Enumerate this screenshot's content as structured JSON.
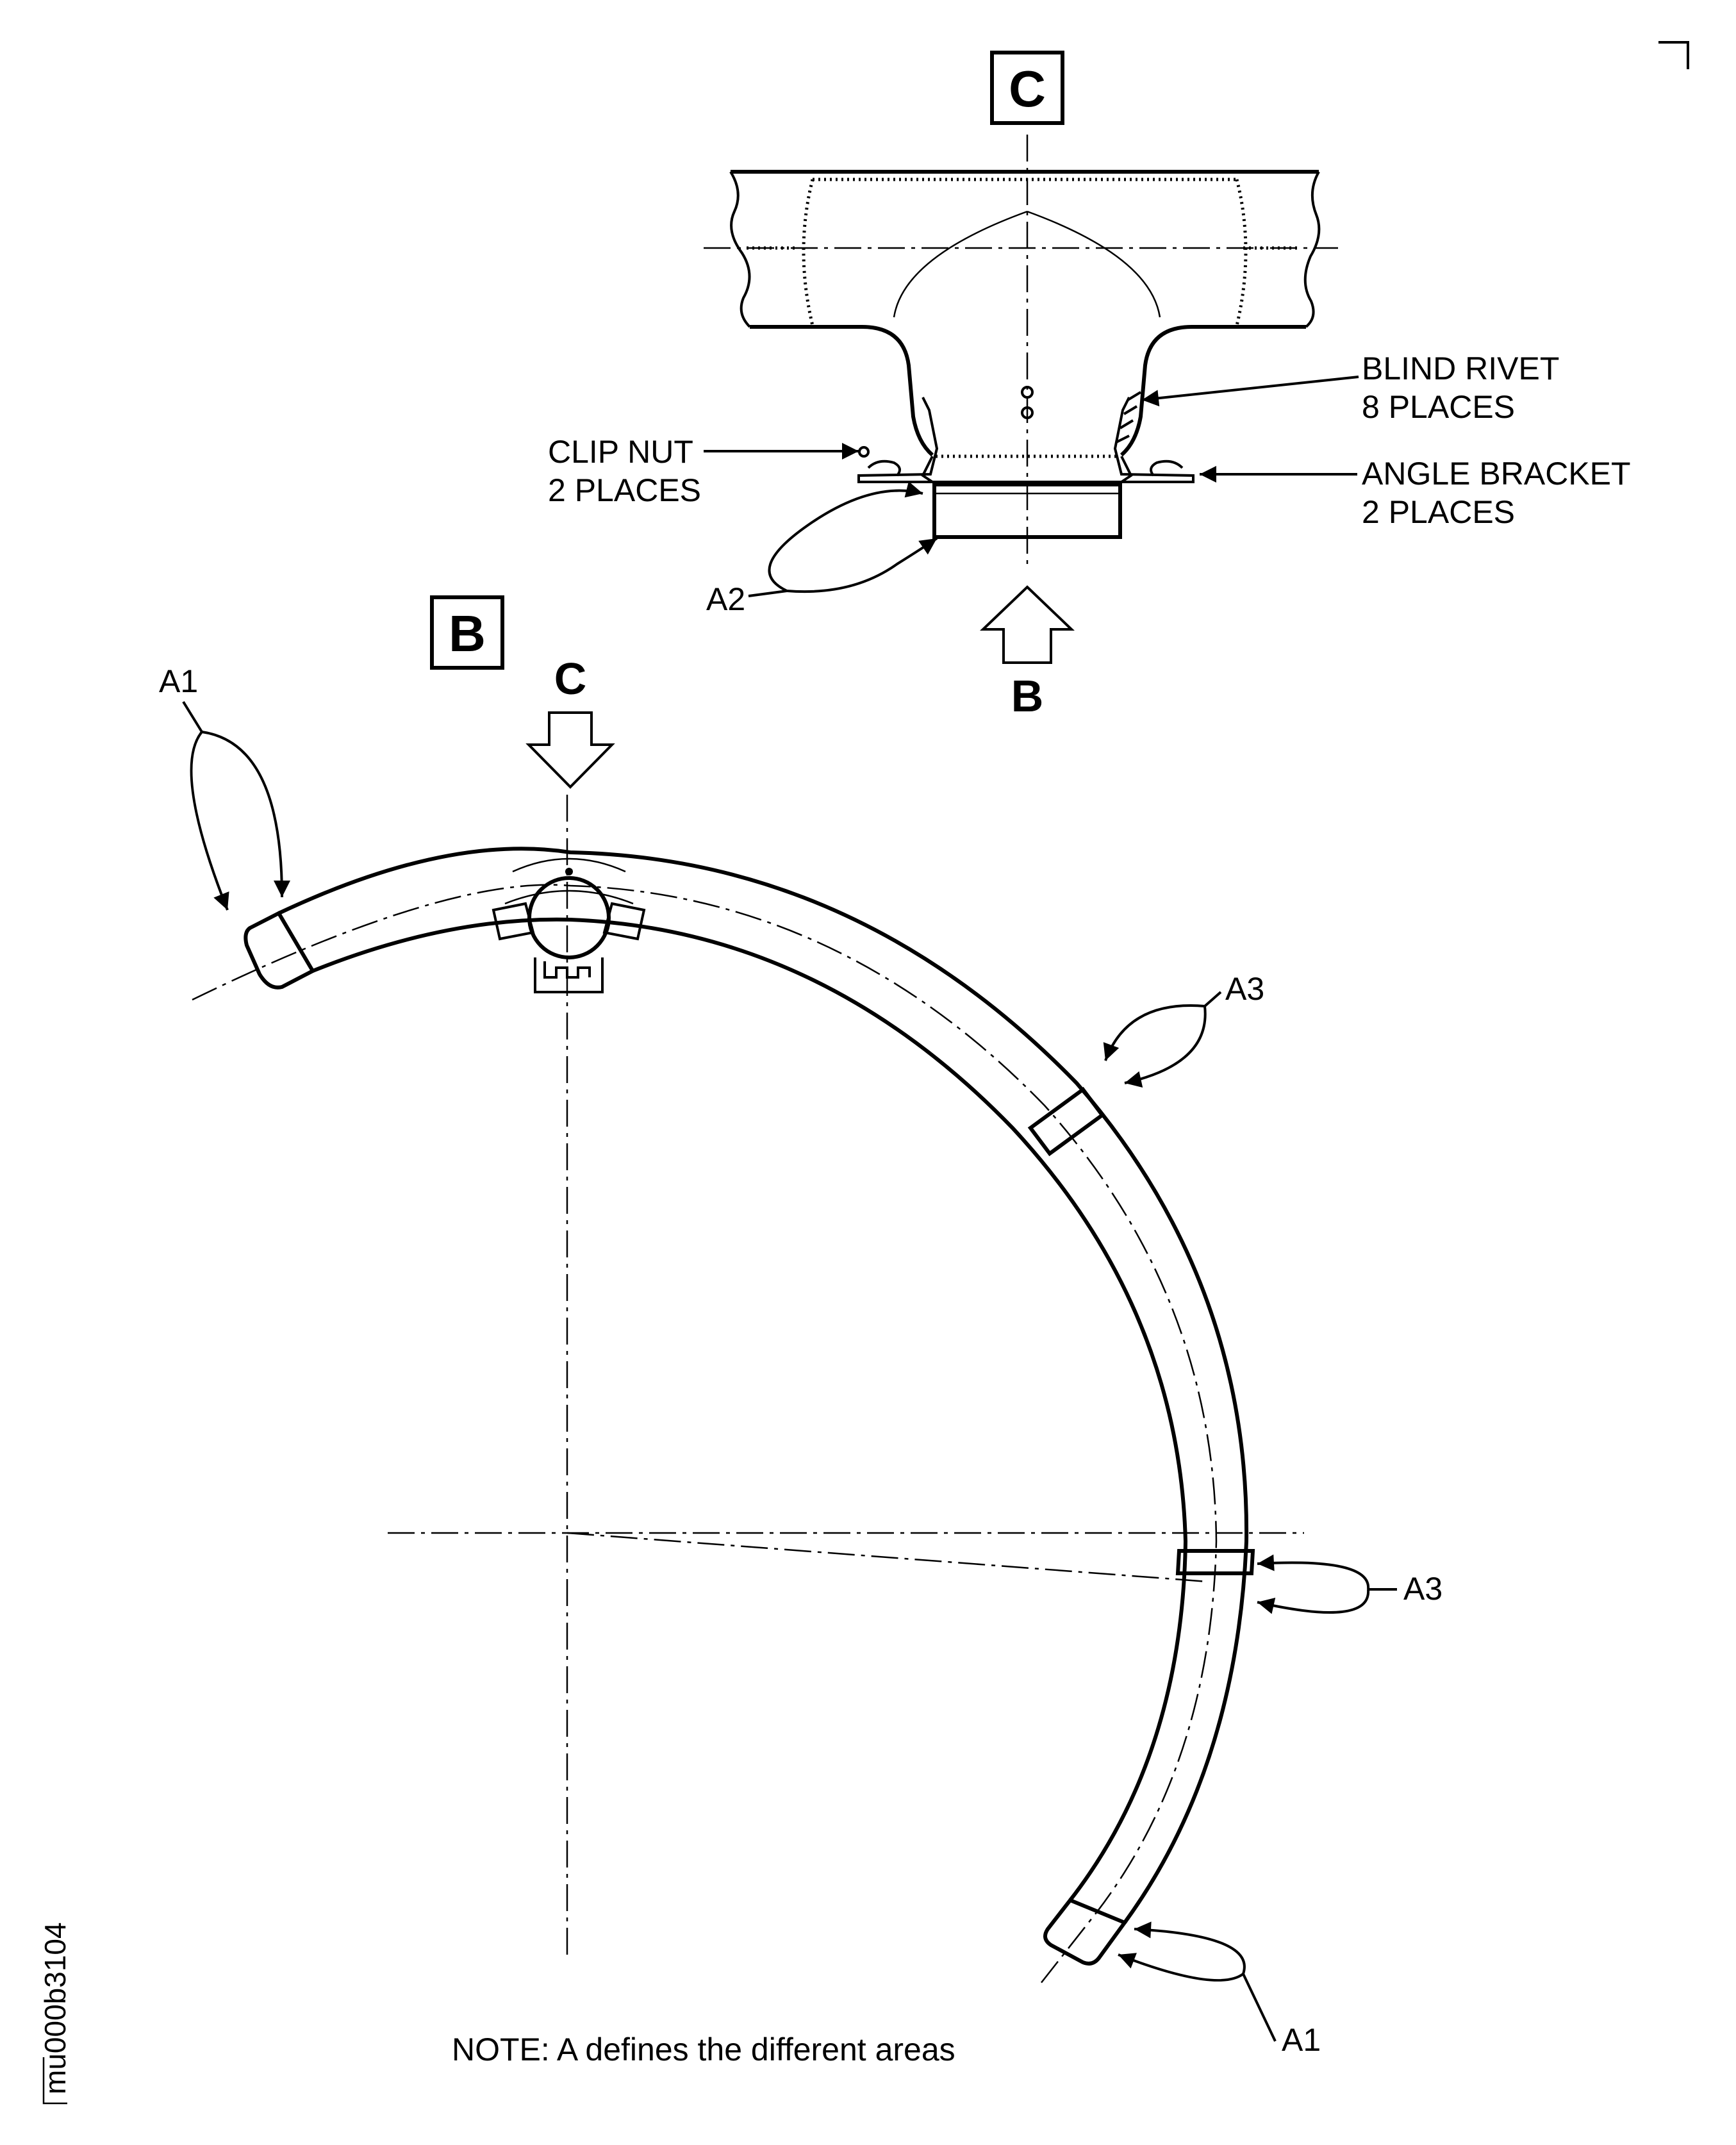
{
  "view_c": {
    "title": "C",
    "labels": {
      "blind_rivet_1": "BLIND RIVET",
      "blind_rivet_2": "8 PLACES",
      "clip_nut_1": "CLIP NUT",
      "clip_nut_2": "2 PLACES",
      "angle_bracket_1": "ANGLE BRACKET",
      "angle_bracket_2": "2 PLACES",
      "area_a2": "A2",
      "view_arrow_b": "B"
    }
  },
  "view_b": {
    "title": "B",
    "labels": {
      "view_arrow_c": "C",
      "area_a1_top": "A1",
      "area_a3_upper": "A3",
      "area_a3_lower": "A3",
      "area_a1_bottom": "A1"
    }
  },
  "note": "NOTE: A defines the different areas",
  "drawing_code": "mu000b3104"
}
